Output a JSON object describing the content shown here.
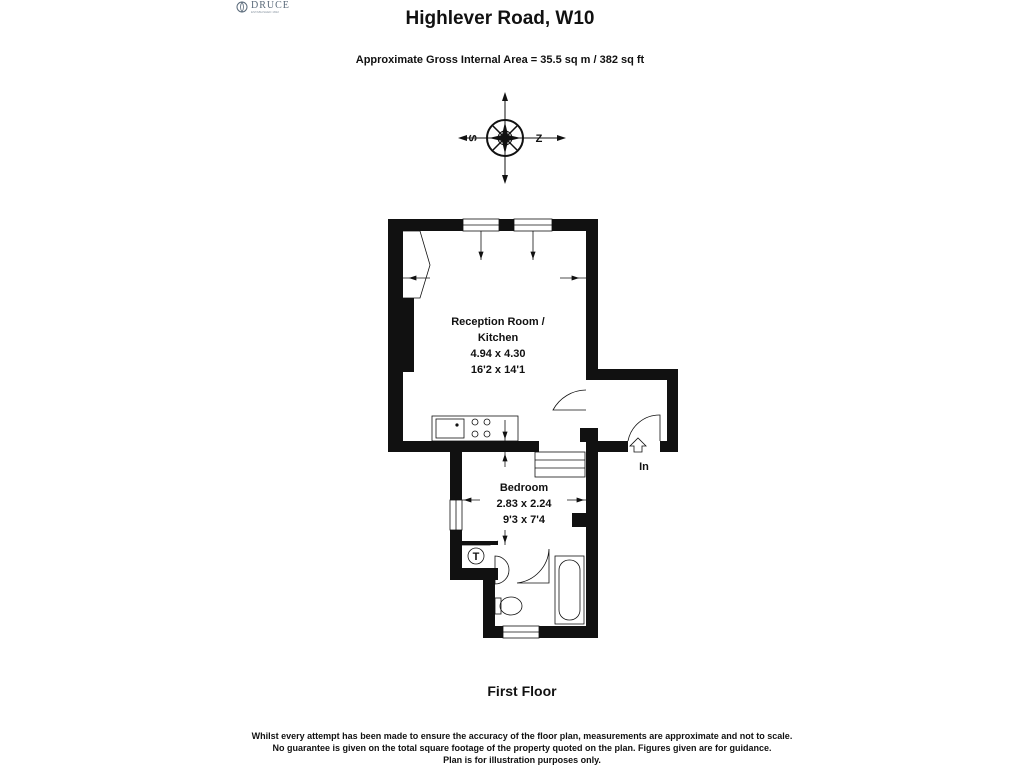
{
  "brand": {
    "name": "DRUCE",
    "tagline": "ESTABLISHED 1822"
  },
  "header": {
    "title": "Highlever Road, W10",
    "area": "Approximate Gross Internal Area = 35.5 sq m / 382 sq ft"
  },
  "compass": {
    "left": "S",
    "right": "Z"
  },
  "rooms": {
    "reception": {
      "name_line1": "Reception Room /",
      "name_line2": "Kitchen",
      "metric": "4.94 x 4.30",
      "imperial": "16'2 x 14'1"
    },
    "bedroom": {
      "name": "Bedroom",
      "metric": "2.83 x 2.24",
      "imperial": "9'3 x 7'4"
    }
  },
  "labels": {
    "entrance": "In",
    "tank": "T"
  },
  "floor": "First Floor",
  "disclaimer": [
    "Whilst every attempt has been made to ensure the accuracy of the floor plan, measurements are approximate and not to scale.",
    "No guarantee is given on the total square footage of the property quoted on the plan. Figures given are for guidance.",
    "Plan is for illustration purposes only."
  ],
  "colors": {
    "wall": "#111111",
    "brand": "#5a6a7a"
  }
}
